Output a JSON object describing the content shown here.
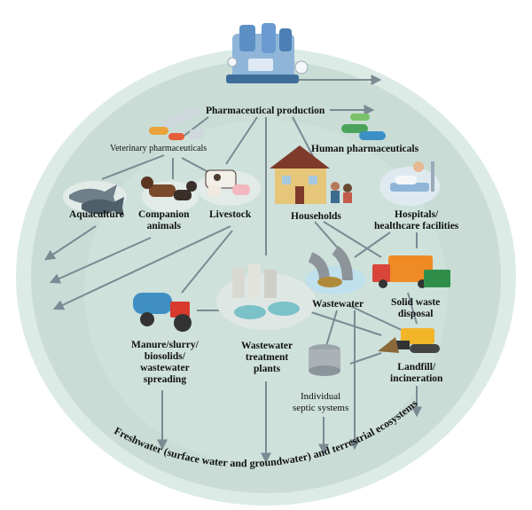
{
  "title": "Pharmaceutical production",
  "nodes": {
    "pharmaceutical_production": "Pharmaceutical production",
    "veterinary_pharmaceuticals": "Veterinary pharmaceuticals",
    "human_pharmaceuticals": "Human pharmaceuticals",
    "aquaculture": "Aquaculture",
    "companion_animals": [
      "Companion",
      "animals"
    ],
    "livestock": "Livestock",
    "households": "Households",
    "hospitals": [
      "Hospitals/",
      "healthcare facilities"
    ],
    "wastewater": "Wastewater",
    "solid_waste": [
      "Solid waste",
      "disposal"
    ],
    "manure": [
      "Manure/slurry/",
      "biosolids/",
      "wastewater",
      "spreading"
    ],
    "wwtp": [
      "Wastewater",
      "treatment",
      "plants"
    ],
    "landfill": [
      "Landfill/",
      "incineration"
    ],
    "septic": [
      "Individual",
      "septic systems"
    ]
  },
  "footer_text": "Freshwater (surface water and groundwater) and terrestrial ecosystems",
  "colors": {
    "outer_ring": "#d4e8e2",
    "inner_disc": "#c8ddd5",
    "arrow": "#7b8a93",
    "factory": "#8fb6d9",
    "water": "#bfe0ec"
  }
}
